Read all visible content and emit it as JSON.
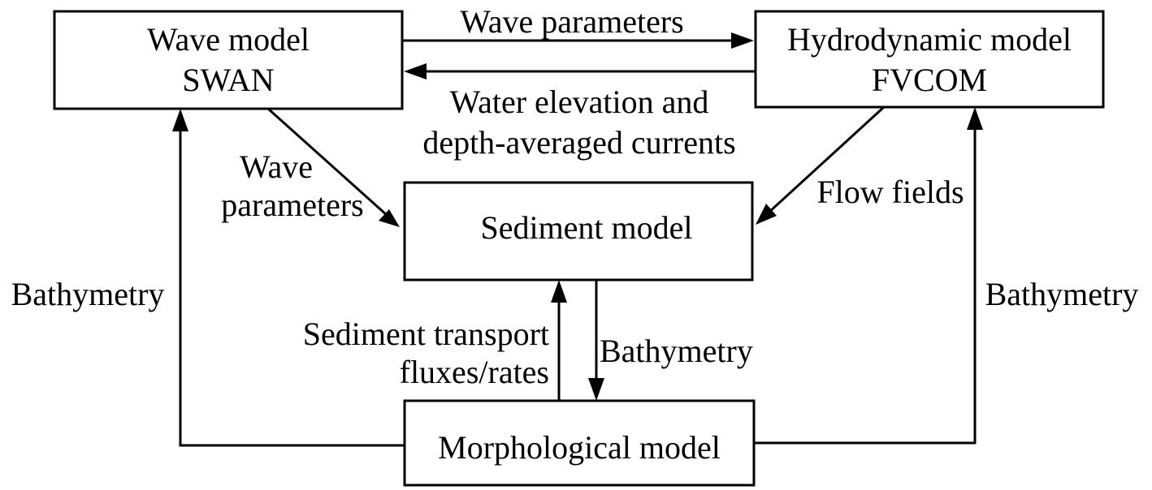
{
  "boxes": {
    "wave": {
      "line1": "Wave model",
      "line2": "SWAN"
    },
    "hydro": {
      "line1": "Hydrodynamic model",
      "line2": "FVCOM"
    },
    "sediment": {
      "line1": "Sediment model"
    },
    "morpho": {
      "line1": "Morphological model"
    }
  },
  "labels": {
    "wave_to_hydro": "Wave parameters",
    "hydro_to_wave_line1": "Water elevation and",
    "hydro_to_wave_line2": "depth-averaged currents",
    "wave_to_sediment_line1": "Wave",
    "wave_to_sediment_line2": "parameters",
    "hydro_to_sediment": "Flow fields",
    "morpho_to_wave": "Bathymetry",
    "morpho_to_hydro": "Bathymetry",
    "sediment_to_morpho": "Bathymetry",
    "morpho_to_sediment_line1": "Sediment transport",
    "morpho_to_sediment_line2": "fluxes/rates"
  }
}
